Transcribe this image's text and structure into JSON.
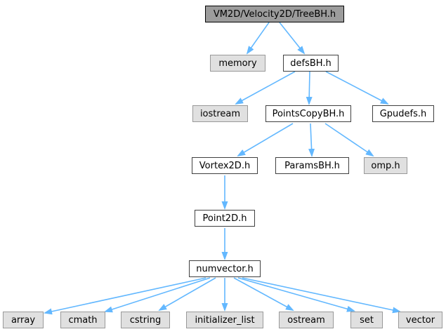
{
  "graph": {
    "type": "include-dependency-graph",
    "root": {
      "label": "VM2D/Velocity2D/TreeBH.h"
    },
    "nodes": {
      "memory": {
        "label": "memory",
        "style": "external"
      },
      "defsbh": {
        "label": "defsBH.h",
        "style": "linked"
      },
      "iostream": {
        "label": "iostream",
        "style": "external"
      },
      "pointscopybh": {
        "label": "PointsCopyBH.h",
        "style": "linked"
      },
      "gpudefs": {
        "label": "Gpudefs.h",
        "style": "linked"
      },
      "vortex2d": {
        "label": "Vortex2D.h",
        "style": "linked"
      },
      "paramsbh": {
        "label": "ParamsBH.h",
        "style": "linked"
      },
      "omp": {
        "label": "omp.h",
        "style": "external"
      },
      "point2d": {
        "label": "Point2D.h",
        "style": "linked"
      },
      "numvector": {
        "label": "numvector.h",
        "style": "linked"
      },
      "array": {
        "label": "array",
        "style": "external"
      },
      "cmath": {
        "label": "cmath",
        "style": "external"
      },
      "cstring": {
        "label": "cstring",
        "style": "external"
      },
      "initializer_list": {
        "label": "initializer_list",
        "style": "external"
      },
      "ostream": {
        "label": "ostream",
        "style": "external"
      },
      "set": {
        "label": "set",
        "style": "external"
      },
      "vector": {
        "label": "vector",
        "style": "external"
      }
    },
    "edges": [
      {
        "from": "VM2D/Velocity2D/TreeBH.h",
        "to": "memory"
      },
      {
        "from": "VM2D/Velocity2D/TreeBH.h",
        "to": "defsBH.h"
      },
      {
        "from": "defsBH.h",
        "to": "iostream"
      },
      {
        "from": "defsBH.h",
        "to": "PointsCopyBH.h"
      },
      {
        "from": "defsBH.h",
        "to": "Gpudefs.h"
      },
      {
        "from": "PointsCopyBH.h",
        "to": "Vortex2D.h"
      },
      {
        "from": "PointsCopyBH.h",
        "to": "ParamsBH.h"
      },
      {
        "from": "PointsCopyBH.h",
        "to": "omp.h"
      },
      {
        "from": "Vortex2D.h",
        "to": "Point2D.h"
      },
      {
        "from": "Point2D.h",
        "to": "numvector.h"
      },
      {
        "from": "numvector.h",
        "to": "array"
      },
      {
        "from": "numvector.h",
        "to": "cmath"
      },
      {
        "from": "numvector.h",
        "to": "cstring"
      },
      {
        "from": "numvector.h",
        "to": "initializer_list"
      },
      {
        "from": "numvector.h",
        "to": "ostream"
      },
      {
        "from": "numvector.h",
        "to": "set"
      },
      {
        "from": "numvector.h",
        "to": "vector"
      }
    ],
    "colors": {
      "edge": "#63b8ff",
      "root_fill": "#9c9c9c",
      "root_border": "#000000",
      "linked_fill": "#ffffff",
      "linked_border": "#404040",
      "external_fill": "#e0e0e0",
      "external_border": "#999999",
      "text": "#000000",
      "background": "#ffffff"
    }
  }
}
